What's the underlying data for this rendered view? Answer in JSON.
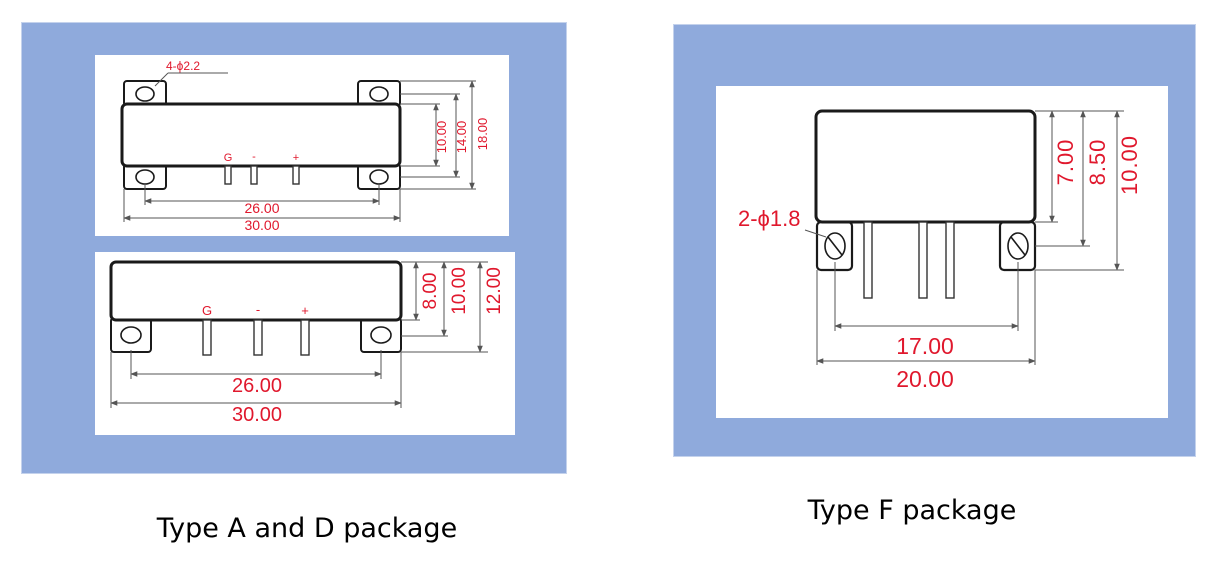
{
  "colors": {
    "panel": "#8faadc",
    "dimension_text": "#e0182d",
    "outline": "#1a1a1a",
    "leader": "#555555"
  },
  "type_ad": {
    "caption": "Type A and D package",
    "top_view": {
      "hole_label": "4-ϕ2.2",
      "pins": {
        "g": "G",
        "minus": "-",
        "plus": "+"
      },
      "dims": {
        "inner_height": "10.00",
        "mid_height": "14.00",
        "outer_height": "18.00",
        "hole_pitch": "26.00",
        "overall_width": "30.00"
      }
    },
    "side_view": {
      "pins": {
        "g": "G",
        "minus": "-",
        "plus": "+"
      },
      "dims": {
        "body_height": "8.00",
        "mid_height": "10.00",
        "outer_height": "12.00",
        "hole_pitch": "26.00",
        "overall_width": "30.00"
      }
    }
  },
  "type_f": {
    "caption": "Type F package",
    "hole_label": "2-ϕ1.8",
    "dims": {
      "body_height": "7.00",
      "mid_height": "8.50",
      "outer_height": "10.00",
      "hole_pitch": "17.00",
      "overall_width": "20.00"
    }
  }
}
